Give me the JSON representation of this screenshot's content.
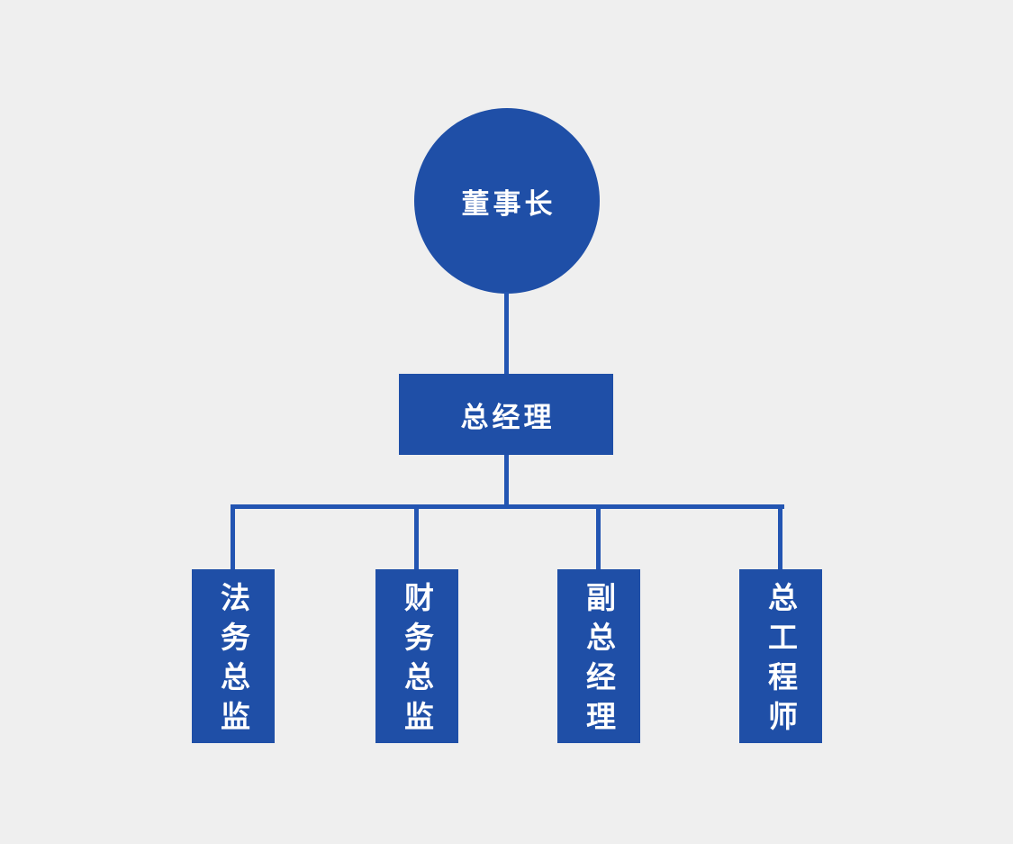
{
  "org": {
    "root": {
      "label": "董事长"
    },
    "manager": {
      "label": "总经理"
    },
    "children": [
      {
        "label": "法务总监"
      },
      {
        "label": "财务总监"
      },
      {
        "label": "副总经理"
      },
      {
        "label": "总工程师"
      }
    ]
  },
  "colors": {
    "node_fill": "#1f4fa7",
    "connector": "#2355b2",
    "background": "#efefef",
    "text": "#ffffff"
  }
}
